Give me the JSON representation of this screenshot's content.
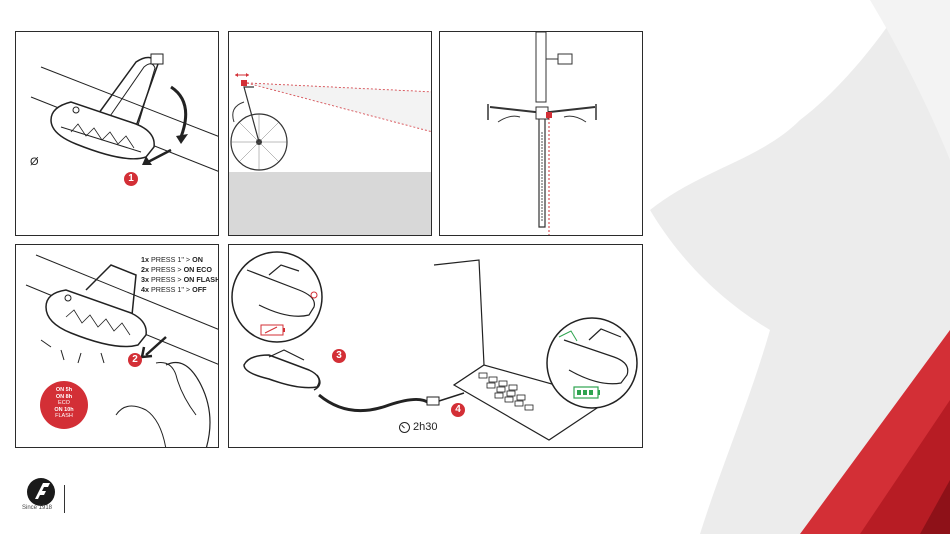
{
  "panel1": {
    "diameter_symbol": "Ø",
    "step": "1"
  },
  "panel4": {
    "step": "2",
    "instructions": [
      {
        "count": "1x",
        "press": "PRESS 1\" >",
        "result": "ON"
      },
      {
        "count": "2x",
        "press": "PRESS >",
        "result": "ON ECO"
      },
      {
        "count": "3x",
        "press": "PRESS >",
        "result": "ON FLASH"
      },
      {
        "count": "4x",
        "press": "PRESS 1\" >",
        "result": "OFF"
      }
    ],
    "modes": {
      "on": "ON",
      "on_time": "5h",
      "eco": "ON",
      "eco_label": "ECO",
      "eco_time": "8h",
      "flash": "ON",
      "flash_label": "FLASH",
      "flash_time": "10h"
    }
  },
  "panel5": {
    "step3": "3",
    "step4": "4",
    "charge_time": "2h30"
  },
  "footer": {
    "since": "Since 1918"
  },
  "colors": {
    "accent": "#d32f36",
    "charged": "#2ea44f",
    "gray_bg": "#e6e6e6"
  }
}
